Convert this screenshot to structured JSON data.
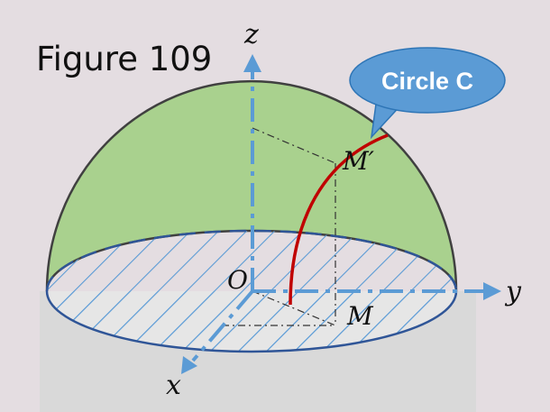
{
  "figure": {
    "title": "Figure 109",
    "axes": {
      "z": "z",
      "y": "y",
      "x": "x"
    },
    "points": {
      "origin": "O",
      "m_prime": "M′",
      "m": "M"
    },
    "callout": "Circle C"
  },
  "colors": {
    "background": "#e4dde1",
    "dome_fill": "#a9d18e",
    "dome_outline": "#404040",
    "base_band": "#d9d9d9",
    "hatch": "#5b9bd5",
    "base_rim": "#2f5597",
    "axis": "#5b9bd5",
    "curve": "#c00000",
    "callout_fill": "#5b9bd5",
    "callout_stroke": "#2e75b6"
  }
}
